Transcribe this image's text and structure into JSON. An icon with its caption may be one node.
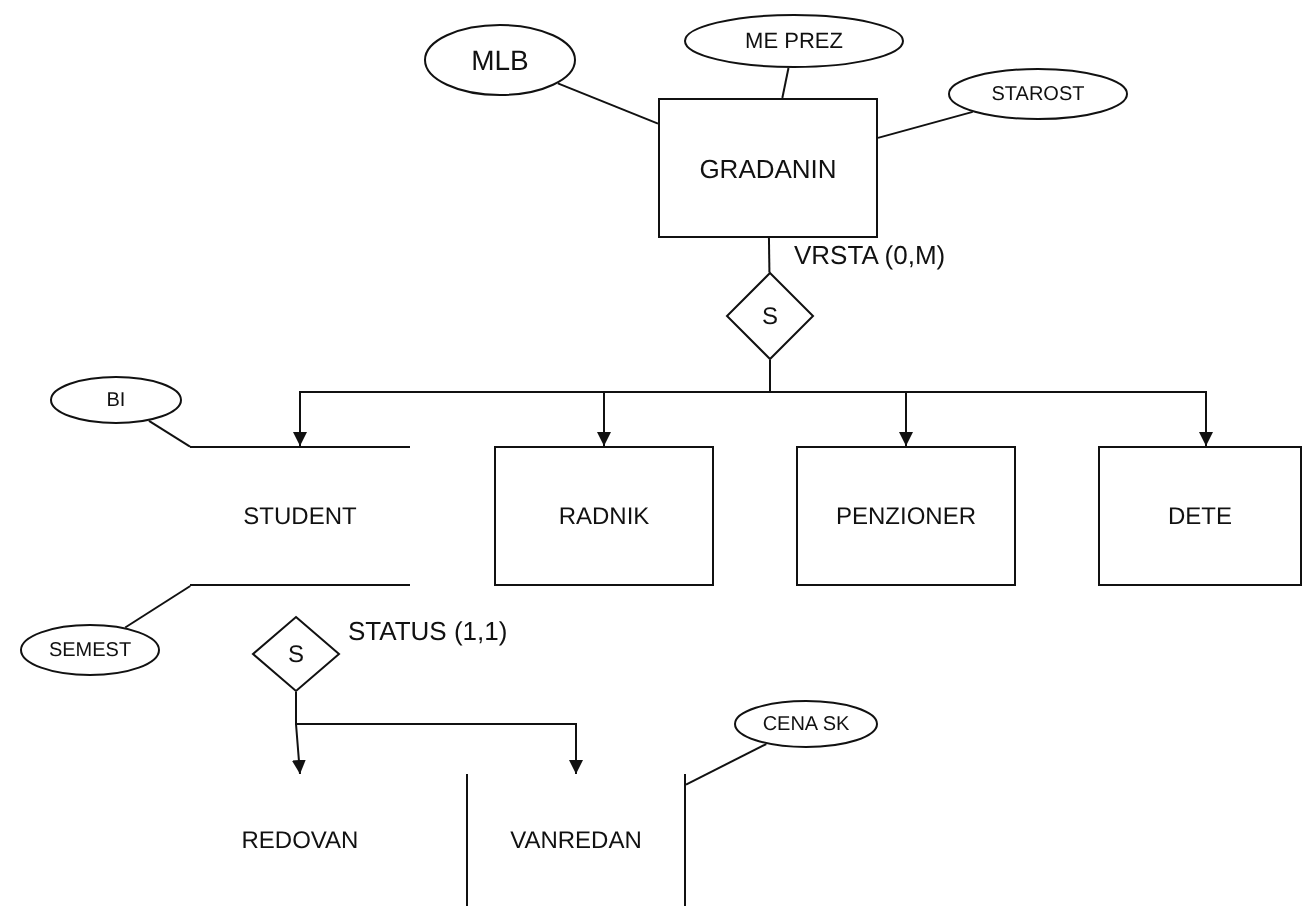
{
  "diagram": {
    "nodes": [
      {
        "text": [
          "MLB"
        ]
      },
      {
        "text": [
          "ME PREZ"
        ]
      },
      {
        "text": [
          "STAROST"
        ]
      },
      {
        "text": [
          "GRADANIN"
        ]
      },
      {
        "text": [
          "S"
        ],
        "beside": [
          "VRSTA (0,M)"
        ]
      },
      {
        "text": [
          "STUDENT"
        ]
      },
      {
        "text": [
          "RADNIK"
        ]
      },
      {
        "text": [
          "PENZIONER"
        ]
      },
      {
        "text": [
          "DETE"
        ]
      },
      {
        "text": [
          "BI"
        ]
      },
      {
        "text": [
          "SEMEST"
        ]
      },
      {
        "text": [
          "S"
        ],
        "beside": [
          "STATUS (1,1)"
        ]
      },
      {
        "text": [
          "REDOVAN"
        ]
      },
      {
        "text": [
          "VANREDAN"
        ]
      },
      {
        "text": [
          "CENA SK"
        ]
      }
    ],
    "edges": [
      {
        "from": 0,
        "to": 3,
        "arrow": "none"
      },
      {
        "from": 1,
        "to": 3,
        "arrow": "none"
      },
      {
        "from": 2,
        "to": 3,
        "arrow": "none"
      },
      {
        "from": 3,
        "to": 4,
        "arrow": "none"
      },
      {
        "from": 4,
        "to": 5,
        "arrow": "to"
      },
      {
        "from": 4,
        "to": 6,
        "arrow": "to"
      },
      {
        "from": 4,
        "to": 7,
        "arrow": "to"
      },
      {
        "from": 4,
        "to": 8,
        "arrow": "to"
      },
      {
        "from": 9,
        "to": 5,
        "arrow": "none"
      },
      {
        "from": 10,
        "to": 5,
        "arrow": "none"
      },
      {
        "from": 11,
        "to": 12,
        "arrow": "to"
      },
      {
        "from": 11,
        "to": 13,
        "arrow": "to"
      },
      {
        "from": 14,
        "to": 13,
        "arrow": "none"
      }
    ]
  }
}
